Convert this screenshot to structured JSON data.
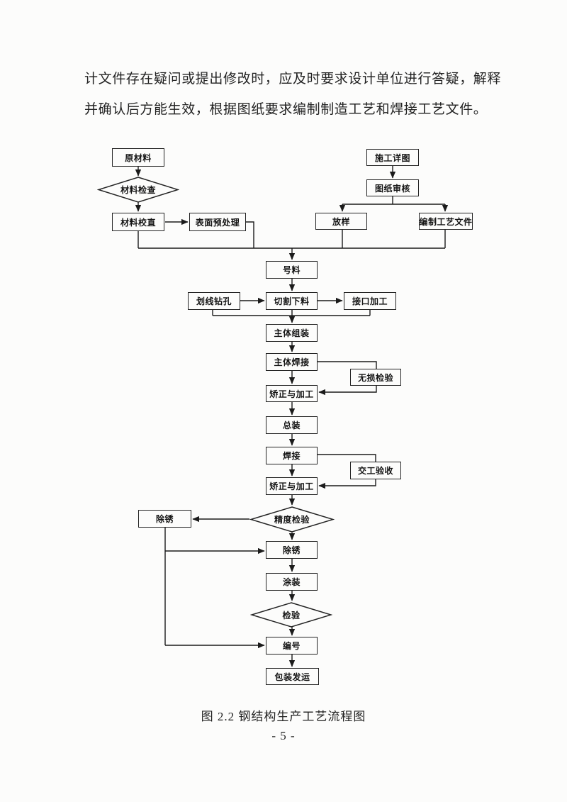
{
  "page": {
    "paragraph_lines": [
      "计文件存在疑问或提出修改时，应及时要求设计单位进行答疑，解释",
      "并确认后方能生效，根据图纸要求编制制造工艺和焊接工艺文件。"
    ],
    "caption": "图 2.2 钢结构生产工艺流程图",
    "page_number": "- 5 -"
  },
  "flowchart": {
    "line_color": "#1b1b1b",
    "nodes": {
      "raw_material": "原材料",
      "material_check": "材料检查",
      "material_straighten": "材料校直",
      "surface_pretreat": "表面预处理",
      "construction_drawing": "施工详图",
      "drawing_review": "图纸审核",
      "lofting": "放样",
      "process_docs": "编制工艺文件",
      "marking": "号料",
      "line_drill": "划线钻孔",
      "cutting": "切割下料",
      "joint_process": "接口加工",
      "main_assembly": "主体组装",
      "main_welding": "主体焊接",
      "ndt": "无损检验",
      "correction1": "矫正与加工",
      "final_assembly": "总装",
      "welding": "焊接",
      "handover_accept": "交工验收",
      "correction2": "矫正与加工",
      "precision_check": "精度检验",
      "derust_rework": "除锈",
      "derust": "除锈",
      "painting": "涂装",
      "inspection": "检验",
      "numbering": "编号",
      "pack_ship": "包装发运"
    }
  }
}
